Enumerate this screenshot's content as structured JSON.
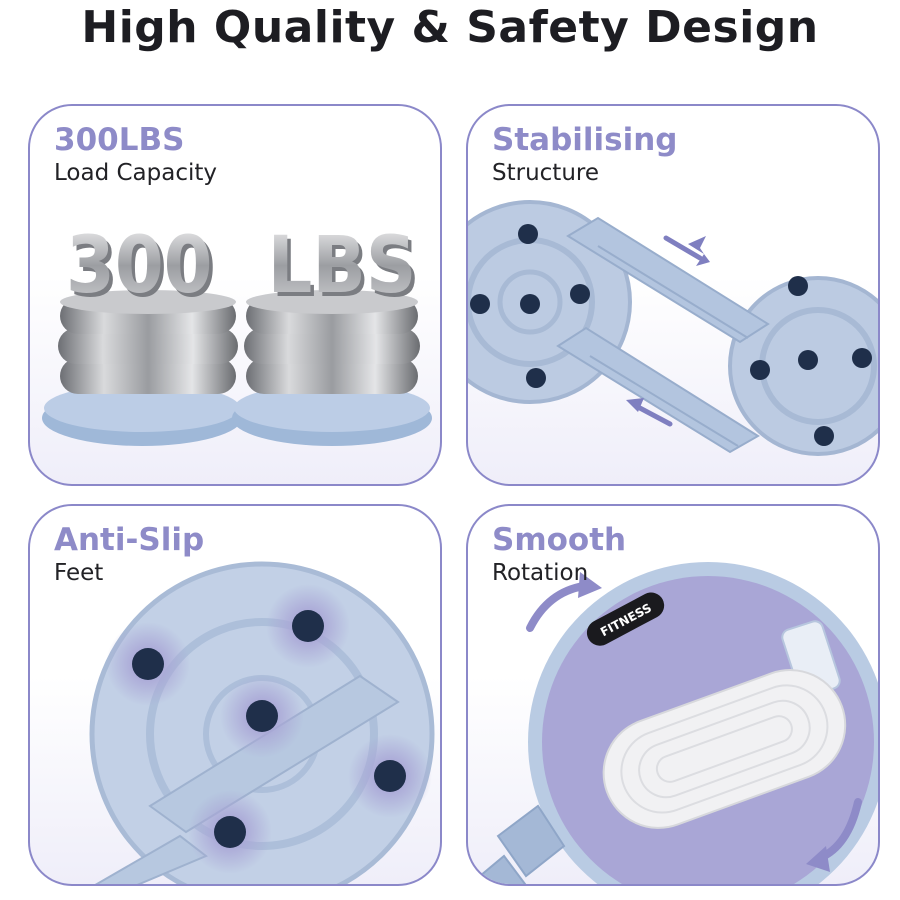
{
  "page": {
    "title": "High Quality & Safety Design"
  },
  "cards": [
    {
      "heading": "300LBS",
      "subheading": "Load Capacity",
      "art_text": [
        "300",
        "LBS"
      ]
    },
    {
      "heading": "Stabilising",
      "subheading": "Structure"
    },
    {
      "heading": "Anti-Slip",
      "subheading": "Feet"
    },
    {
      "heading": "Smooth",
      "subheading": "Rotation",
      "badge": "FITNESS"
    }
  ],
  "colors": {
    "accent_purple": "#8e8bc8",
    "product_blue": "#b9cbe3",
    "product_lavender": "#a9a6d6",
    "title_dark": "#1d1d22"
  }
}
